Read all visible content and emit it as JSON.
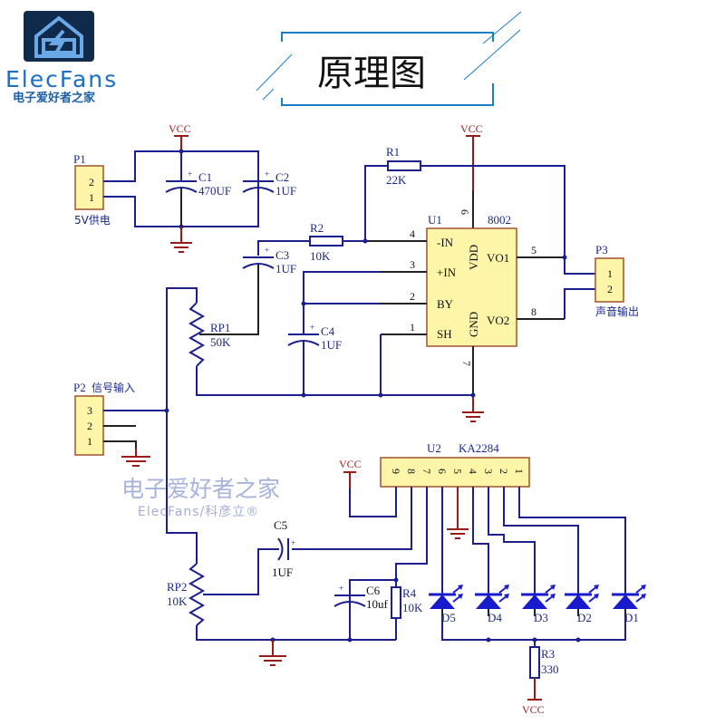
{
  "logo": {
    "icon": "house-lightning-icon",
    "brand": "ElecFans",
    "subtitle": "电子爱好者之家"
  },
  "title": "原理图",
  "watermark": {
    "line1": "电子爱好者之家",
    "line2": "ElecFans/科彦立®"
  },
  "power": {
    "vcc_label": "VCC"
  },
  "connectors": {
    "p1": {
      "ref": "P1",
      "desc": "5V供电",
      "pins": [
        "2",
        "1"
      ]
    },
    "p2": {
      "ref": "P2",
      "desc": "信号输入",
      "pins": [
        "3",
        "2",
        "1"
      ]
    },
    "p3": {
      "ref": "P3",
      "desc": "声音输出",
      "pins": [
        "1",
        "2"
      ]
    }
  },
  "capacitors": {
    "c1": {
      "ref": "C1",
      "value": "470UF"
    },
    "c2": {
      "ref": "C2",
      "value": "1UF"
    },
    "c3": {
      "ref": "C3",
      "value": "1UF"
    },
    "c4": {
      "ref": "C4",
      "value": "1UF"
    },
    "c5": {
      "ref": "C5",
      "value": "1UF"
    },
    "c6": {
      "ref": "C6",
      "value": "10uf"
    }
  },
  "resistors": {
    "r1": {
      "ref": "R1",
      "value": "22K"
    },
    "r2": {
      "ref": "R2",
      "value": "10K"
    },
    "r3": {
      "ref": "R3",
      "value": "330"
    },
    "r4": {
      "ref": "R4",
      "value": "10K"
    },
    "rp1": {
      "ref": "RP1",
      "value": "50K"
    },
    "rp2": {
      "ref": "RP2",
      "value": "10K"
    }
  },
  "u1": {
    "ref": "U1",
    "part": "8002",
    "pins_left": [
      {
        "num": "4",
        "name": "-IN"
      },
      {
        "num": "3",
        "name": "+IN"
      },
      {
        "num": "2",
        "name": "BY"
      },
      {
        "num": "1",
        "name": "SH"
      }
    ],
    "pins_right": [
      {
        "num": "5",
        "name": "VO1"
      },
      {
        "num": "8",
        "name": "VO2"
      }
    ],
    "vdd": {
      "num": "6",
      "name": "VDD"
    },
    "gnd": {
      "num": "7",
      "name": "GND"
    }
  },
  "u2": {
    "ref": "U2",
    "part": "KA2284",
    "pins": [
      "9",
      "8",
      "7",
      "6",
      "5",
      "4",
      "3",
      "2",
      "1"
    ]
  },
  "leds": [
    "D5",
    "D4",
    "D3",
    "D2",
    "D1"
  ]
}
